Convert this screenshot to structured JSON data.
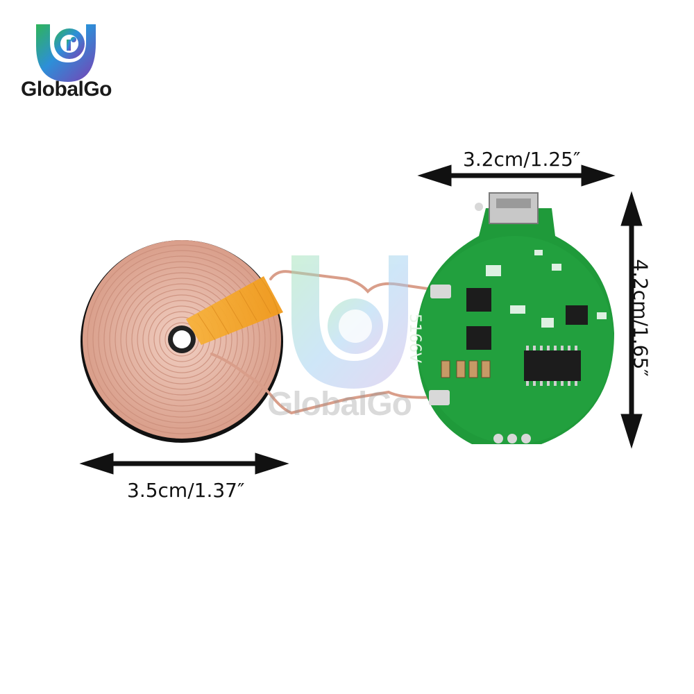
{
  "brand": {
    "name": "GlobalGo",
    "watermark_text": "GlobalGo"
  },
  "dimensions": {
    "board_width": "3.2cm/1.25″",
    "board_height": "4.2cm/1.65″",
    "coil_diameter": "3.5cm/1.37″"
  },
  "pcb": {
    "silkscreen_label": "5166V",
    "board_color": "#1f9a3a"
  },
  "coil": {
    "wire_color": "#e9b8a6",
    "tape_color": "#f5a623"
  },
  "icons": [
    "globalgo-logo-icon",
    "watermark-logo-icon",
    "arrow-icon"
  ]
}
